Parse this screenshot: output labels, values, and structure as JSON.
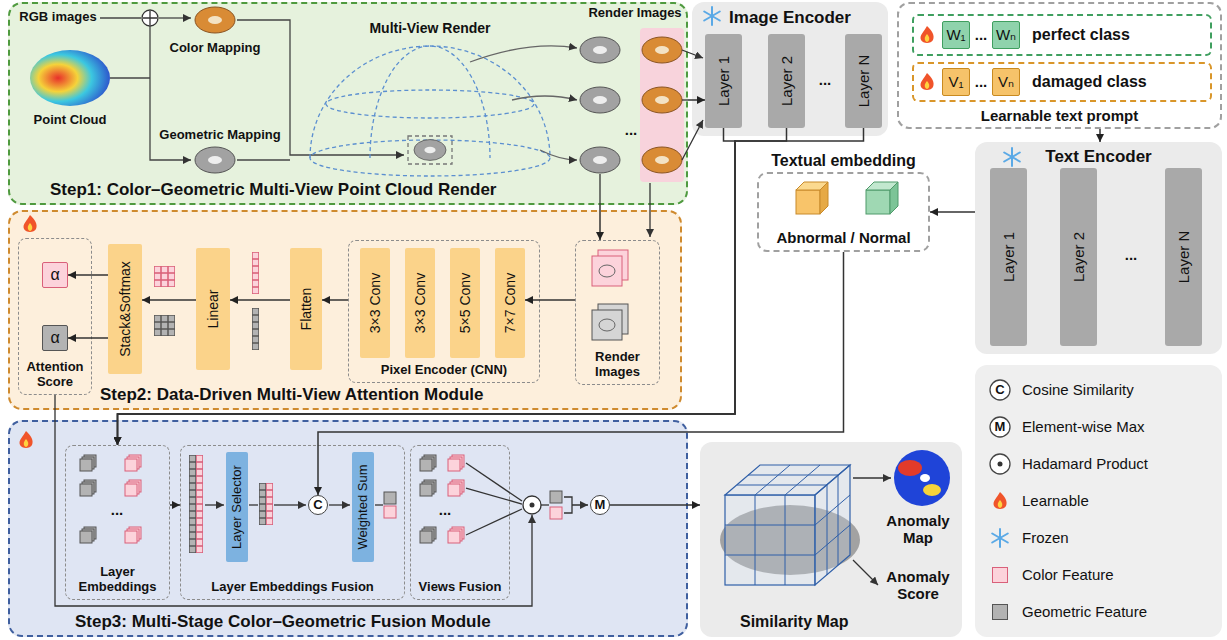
{
  "diagram": {
    "nodes": [
      {
        "text": [
          "Step1: Color–Geometric Multi-View Point Cloud Render"
        ]
      },
      {
        "text": [
          "Image Encoder"
        ]
      },
      {
        "text": [
          "Layer 1"
        ],
        "in": 1
      },
      {
        "text": [
          "Layer 2"
        ],
        "in": 1
      },
      {
        "text": [
          "Layer N"
        ],
        "in": 1
      },
      {
        "text": [
          "Learnable text prompt"
        ]
      },
      {
        "text": [
          "perfect class"
        ],
        "in": 5
      },
      {
        "text": [
          "W₁"
        ],
        "in": 6
      },
      {
        "text": [
          "Wₙ"
        ],
        "in": 6
      },
      {
        "text": [
          "damaged class"
        ],
        "in": 5
      },
      {
        "text": [
          "V₁"
        ],
        "in": 9
      },
      {
        "text": [
          "Vₙ"
        ],
        "in": 9
      },
      {
        "text": [
          "Text Encoder"
        ]
      },
      {
        "text": [
          "Layer 1"
        ],
        "in": 12
      },
      {
        "text": [
          "Layer 2"
        ],
        "in": 12
      },
      {
        "text": [
          "Layer N"
        ],
        "in": 12
      },
      {
        "text": [
          "Textual embedding",
          "Abnormal / Normal"
        ]
      },
      {
        "text": [
          "Step2: Data-Driven Multi-View Attention Module"
        ]
      },
      {
        "text": [
          "Render Images"
        ],
        "in": 17
      },
      {
        "text": [
          "Pixel Encoder (CNN)"
        ],
        "in": 17
      },
      {
        "text": [
          "3×3 Conv"
        ],
        "in": 19
      },
      {
        "text": [
          "3×3 Conv"
        ],
        "in": 19
      },
      {
        "text": [
          "5×5 Conv"
        ],
        "in": 19
      },
      {
        "text": [
          "7×7 Conv"
        ],
        "in": 19
      },
      {
        "text": [
          "Flatten"
        ],
        "in": 17
      },
      {
        "text": [
          "Linear"
        ],
        "in": 17
      },
      {
        "text": [
          "Stack&Softmax"
        ],
        "in": 17
      },
      {
        "text": [
          "Attention Score"
        ],
        "in": 17
      },
      {
        "text": [
          "α"
        ],
        "in": 27
      },
      {
        "text": [
          "α"
        ],
        "in": 27
      },
      {
        "text": [
          "Step3: Multi-Stage Color–Geometric Fusion Module"
        ]
      },
      {
        "text": [
          "Layer Embeddings"
        ],
        "in": 30
      },
      {
        "text": [
          "Layer Embeddings Fusion"
        ],
        "in": 30
      },
      {
        "text": [
          "Layer Selector"
        ],
        "in": 32
      },
      {
        "text": [
          "C"
        ],
        "in": 32
      },
      {
        "text": [
          "Weighted Sum"
        ],
        "in": 32
      },
      {
        "text": [
          "Views Fusion"
        ],
        "in": 30
      },
      {
        "text": [
          "M"
        ],
        "in": 30
      },
      {
        "text": [
          "Similarity Map",
          "Anomaly Map",
          "Anomaly Score"
        ]
      }
    ],
    "edges": [
      {
        "from": 0,
        "to": 2,
        "arrow": "to"
      },
      {
        "from": 0,
        "to": 18,
        "arrow": "to"
      },
      {
        "from": 18,
        "to": 23,
        "arrow": "to"
      },
      {
        "from": 19,
        "to": 24,
        "arrow": "to"
      },
      {
        "from": 24,
        "to": 25,
        "arrow": "to"
      },
      {
        "from": 25,
        "to": 26,
        "arrow": "to"
      },
      {
        "from": 26,
        "to": 28,
        "arrow": "to"
      },
      {
        "from": 26,
        "to": 29,
        "arrow": "to"
      },
      {
        "from": 2,
        "to": 31,
        "arrow": "to"
      },
      {
        "from": 3,
        "to": 31,
        "arrow": "to"
      },
      {
        "from": 4,
        "to": 31,
        "arrow": "to"
      },
      {
        "from": 5,
        "to": 12,
        "arrow": "to"
      },
      {
        "from": 12,
        "to": 16,
        "arrow": "to"
      },
      {
        "from": 16,
        "to": 34,
        "arrow": "to"
      },
      {
        "from": 31,
        "to": 32,
        "arrow": "to"
      },
      {
        "from": 37,
        "to": 38,
        "arrow": "to"
      }
    ],
    "labels": [
      "RGB images",
      "Point Cloud",
      "Color Mapping",
      "Geometric Mapping",
      "Multi-View Render",
      "Render Images",
      "...",
      "...",
      "...",
      "...",
      "...",
      "...",
      "...",
      "C",
      "M"
    ],
    "legend": [
      {
        "text": "Cosine Similarity"
      },
      {
        "text": "Element-wise Max"
      },
      {
        "text": "Hadamard Product"
      },
      {
        "text": "Learnable"
      },
      {
        "text": "Frozen"
      },
      {
        "text": "Color Feature",
        "color": "#fcd3db"
      },
      {
        "text": "Geometric Feature",
        "color": "#b3b3b3"
      }
    ]
  }
}
